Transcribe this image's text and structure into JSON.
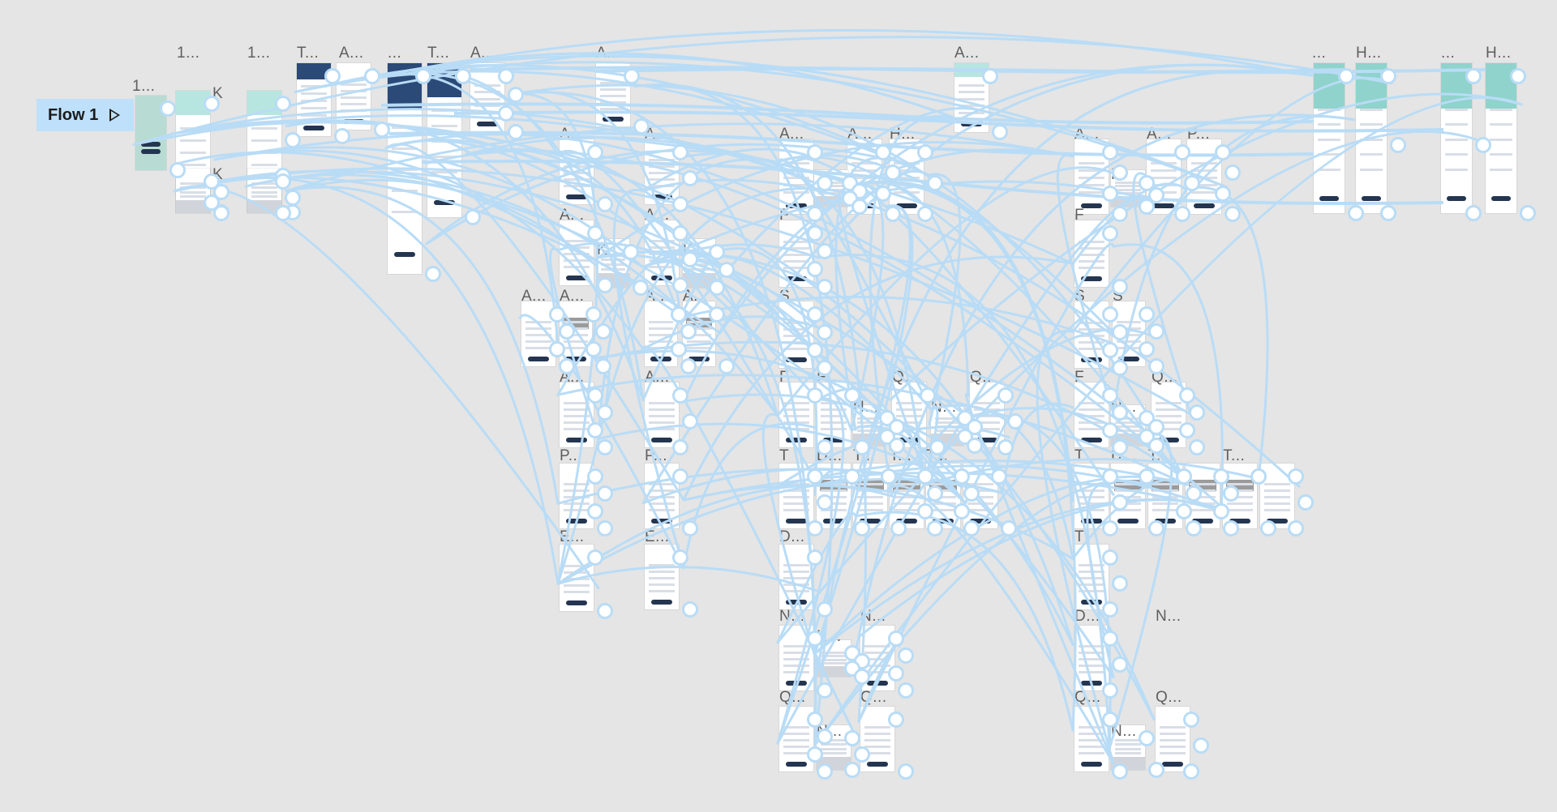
{
  "flow": {
    "label": "Flow 1",
    "play_icon": "play-icon"
  },
  "colors": {
    "canvas": "#e5e5e5",
    "link": "#b9dcf6",
    "handle_fill": "#ffffff",
    "flow_badge": "#bfe0fa",
    "frame_header_dark": "#2c4a78",
    "frame_header_mint": "#b7e6e0"
  },
  "frame_labels": [
    "1...",
    "1...",
    "1...",
    "T...",
    "A...",
    "...",
    "T...",
    "A...",
    "A...",
    "A...",
    "...",
    "H...",
    "...",
    "H...",
    "K",
    "K",
    "A...",
    "A...",
    "A...",
    "A...",
    "K...",
    "K...",
    "A...",
    "A...",
    "A...",
    "A...",
    "A...",
    "A...",
    "P...",
    "P...",
    "E...",
    "E...",
    "A...",
    "A...",
    "H...",
    "F",
    "S",
    "F",
    "F...",
    "N...",
    "Q...",
    "N...",
    "Q...",
    "T",
    "D...",
    "T...",
    "T...",
    "T...",
    "D...",
    "N...",
    "K...",
    "N...",
    "Q...",
    "Q...",
    "N...",
    "A...",
    "A...",
    "P...",
    "K",
    "F",
    "S",
    "S",
    "F",
    "N...",
    "Q...",
    "T",
    "D...",
    "T...",
    "T...",
    "T",
    "D...",
    "N...",
    "Q...",
    "Q...",
    "N..."
  ]
}
